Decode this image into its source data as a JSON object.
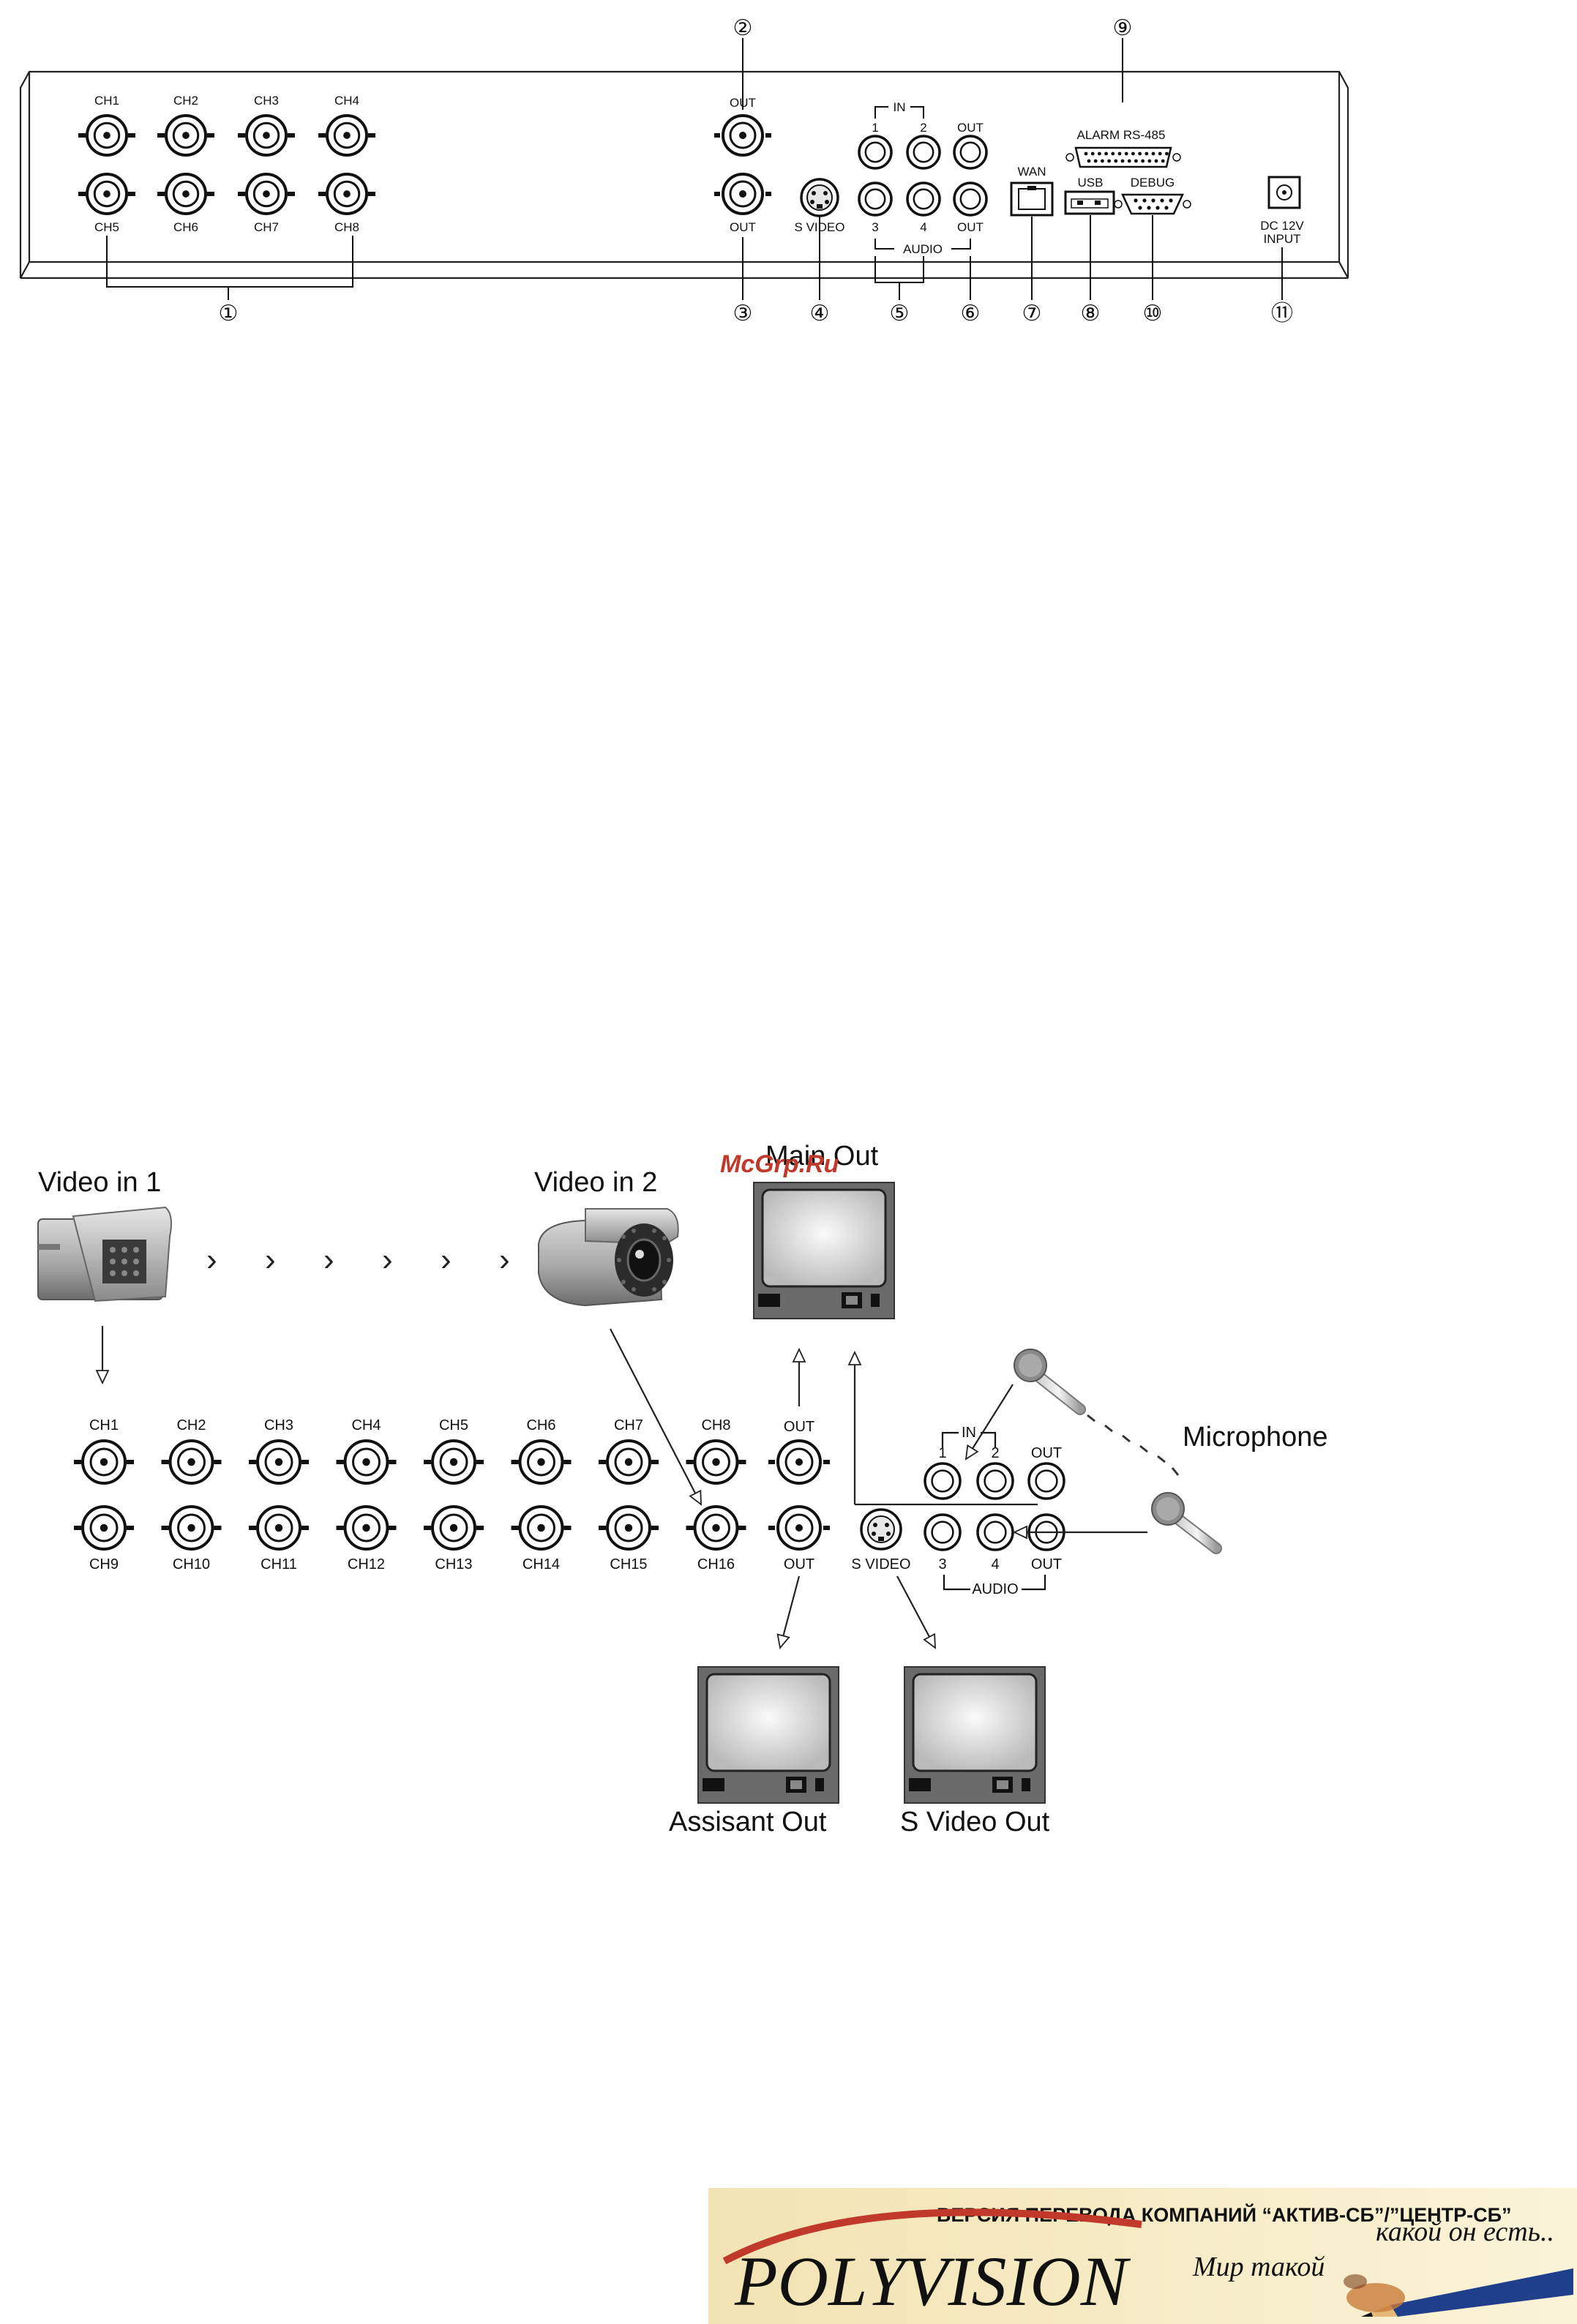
{
  "rear_panel": {
    "channels_top": [
      "CH1",
      "CH2",
      "CH3",
      "CH4"
    ],
    "channels_bottom": [
      "CH5",
      "CH6",
      "CH7",
      "CH8"
    ],
    "out_label": "OUT",
    "audio_in_label": "IN",
    "audio_numbers": [
      "1",
      "2",
      "3",
      "4"
    ],
    "audio_label": "AUDIO",
    "svideo_label": "S VIDEO",
    "wan_label": "WAN",
    "usb_label": "USB",
    "debug_label": "DEBUG",
    "alarm_label": "ALARM RS-485",
    "dc_label_1": "DC 12V",
    "dc_label_2": "INPUT",
    "callouts": [
      "①",
      "②",
      "③",
      "④",
      "⑤",
      "⑥",
      "⑦",
      "⑧",
      "⑨",
      "⑩",
      "⑪"
    ]
  },
  "connection": {
    "video_in_1": "Video in 1",
    "video_in_2": "Video in 2",
    "main_out": "Main Out",
    "watermark": "McGrp.Ru",
    "microphone": "Microphone",
    "assistant_out": "Assisant Out",
    "svideo_out": "S Video Out",
    "channels_top": [
      "CH1",
      "CH2",
      "CH3",
      "CH4",
      "CH5",
      "CH6",
      "CH7",
      "CH8"
    ],
    "channels_bottom": [
      "CH9",
      "CH10",
      "CH11",
      "CH12",
      "CH13",
      "CH14",
      "CH15",
      "CH16"
    ],
    "out_label": "OUT",
    "svideo_label": "S VIDEO",
    "audio_in_label": "IN",
    "audio_out_label": "OUT",
    "audio_numbers": [
      "1",
      "2",
      "3",
      "4"
    ],
    "audio_label": "AUDIO",
    "chevron": "›"
  },
  "banner": {
    "headline": "ВЕРСИЯ ПЕРЕВОДА КОМПАНИЙ “АКТИВ-СБ”/”ЦЕНТР-СБ”",
    "logo": "POLYVISION",
    "slogan_1": "Мир такой",
    "slogan_2": "какой он есть.."
  }
}
